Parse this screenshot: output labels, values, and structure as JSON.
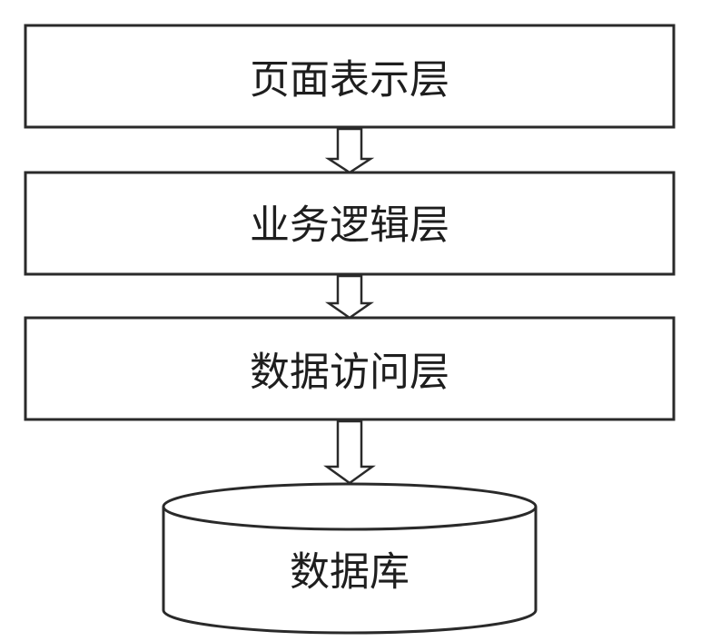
{
  "diagram": {
    "type": "layered-architecture",
    "layers": [
      {
        "id": "presentation",
        "label": "页面表示层"
      },
      {
        "id": "business",
        "label": "业务逻辑层"
      },
      {
        "id": "data-access",
        "label": "数据访问层"
      }
    ],
    "database": {
      "label": "数据库"
    },
    "edges": [
      {
        "from": "presentation",
        "to": "business"
      },
      {
        "from": "business",
        "to": "data-access"
      },
      {
        "from": "data-access",
        "to": "database"
      }
    ]
  }
}
